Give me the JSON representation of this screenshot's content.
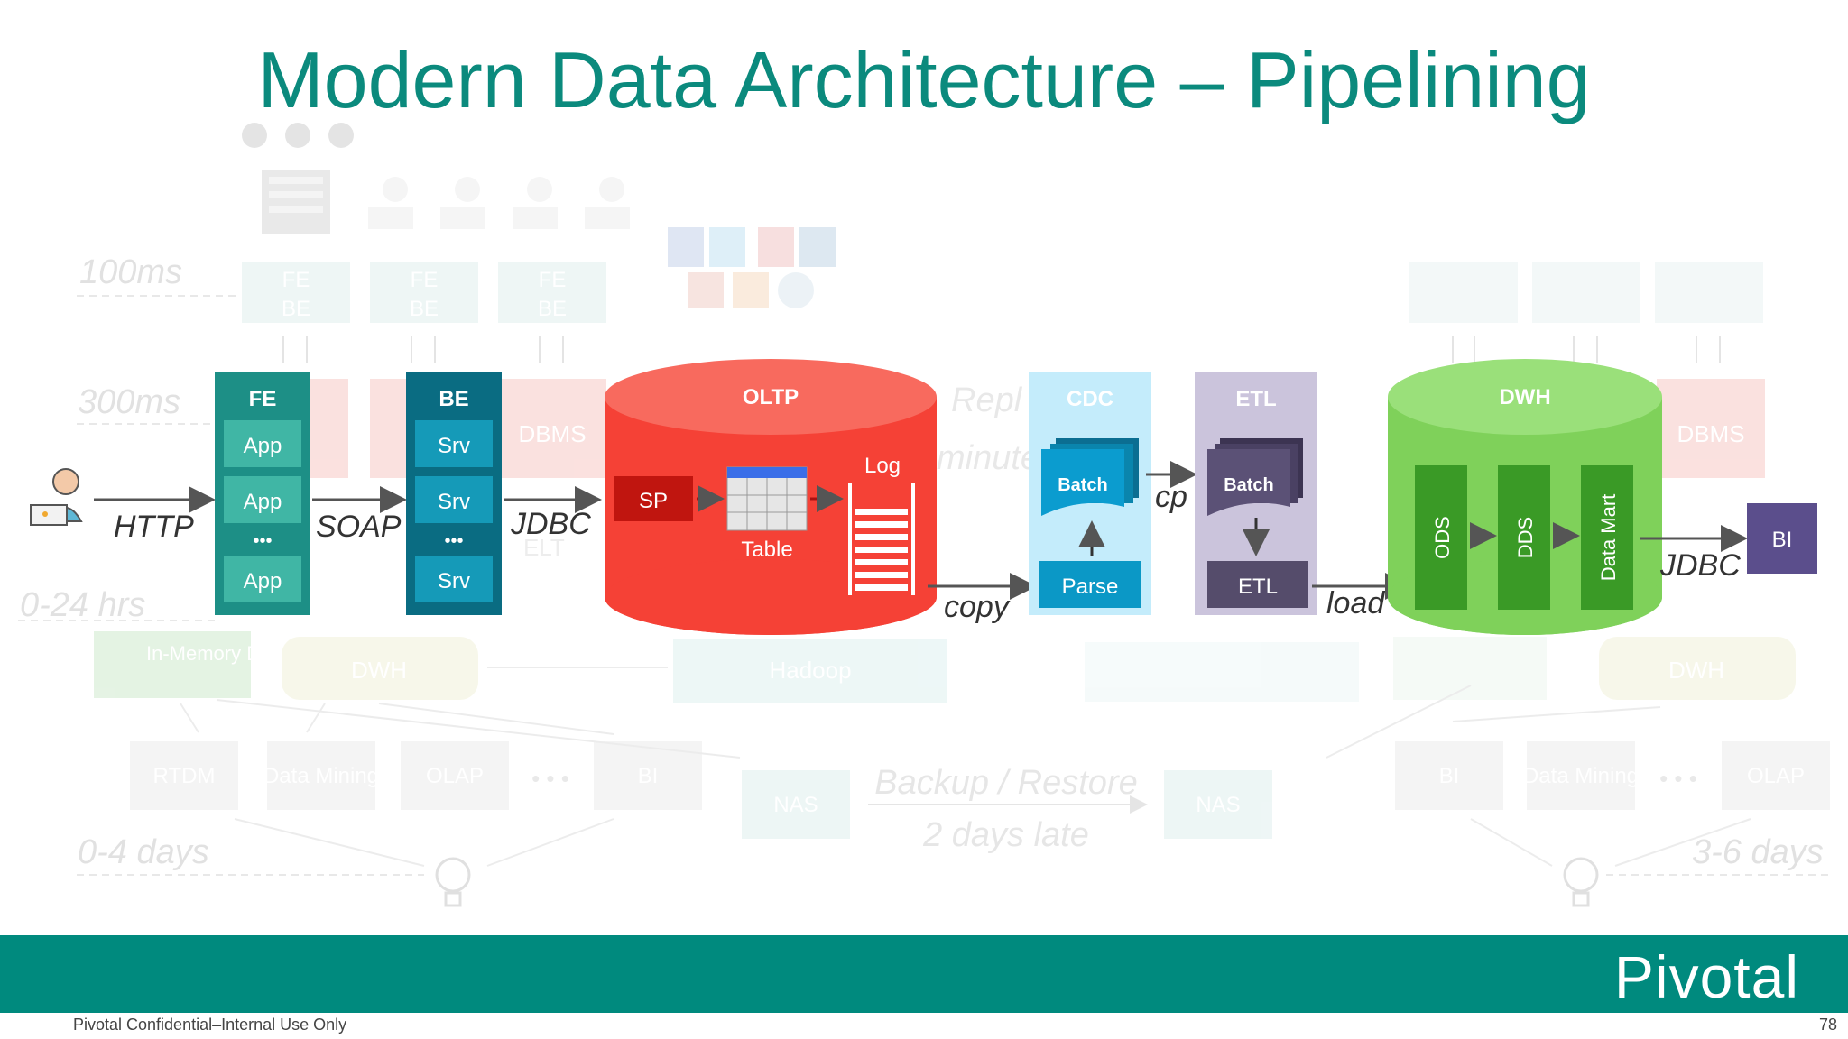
{
  "slide": {
    "title": "Modern Data Architecture – Pipelining",
    "brand": "Pivotal",
    "confidential": "Pivotal Confidential–Internal Use Only",
    "page_number": "78"
  },
  "latency_labels": [
    "100ms",
    "300ms",
    "0-24 hrs",
    "0-4 days",
    "3-6 days"
  ],
  "faded": {
    "fe_be": [
      "FE",
      "BE"
    ],
    "dbms": "DBMS",
    "repl": "Repl",
    "minute": "minute",
    "elt": "ELT",
    "in_memory": "In-Memory Data Store",
    "dwh": "DWH",
    "hadoop": "Hadoop",
    "rtdm": "RTDM",
    "data_mining": "Data Mining",
    "olap": "OLAP",
    "bi": "BI",
    "nas": "NAS",
    "backup": "Backup / Restore",
    "late": "2 days late",
    "ellipsis": "• • •"
  },
  "pipeline": {
    "protocols": {
      "http": "HTTP",
      "soap": "SOAP",
      "jdbc1": "JDBC",
      "jdbc2": "JDBC",
      "copy": "copy",
      "cp": "cp",
      "load": "load"
    },
    "fe": {
      "title": "FE",
      "items": [
        "App",
        "App",
        "App"
      ],
      "dots": "•••"
    },
    "be": {
      "title": "BE",
      "items": [
        "Srv",
        "Srv",
        "Srv"
      ],
      "dots": "•••"
    },
    "oltp": {
      "title": "OLTP",
      "sp": "SP",
      "table": "Table",
      "log": "Log"
    },
    "cdc": {
      "title": "CDC",
      "batch": "Batch",
      "parse": "Parse"
    },
    "etl": {
      "title": "ETL",
      "batch": "Batch",
      "etl": "ETL"
    },
    "dwh": {
      "title": "DWH",
      "columns": [
        "ODS",
        "DDS",
        "Data Mart"
      ]
    },
    "bi": "BI"
  },
  "colors": {
    "teal": "#0b8a7d",
    "oltp_red": "#f54136",
    "dwh_green": "#7fd15a",
    "bi_purple": "#5b4e8c"
  }
}
